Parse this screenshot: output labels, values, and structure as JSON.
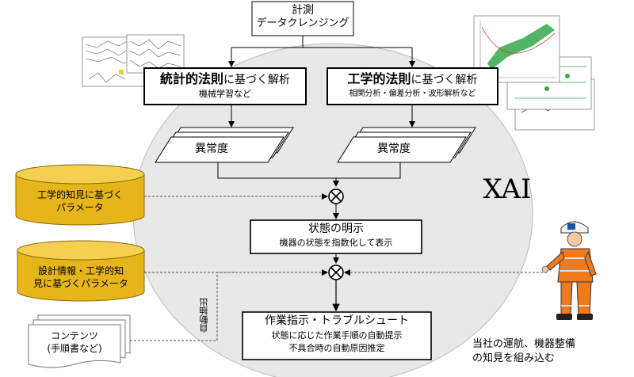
{
  "measure": {
    "title": "計測",
    "subtitle": "データクレンジング"
  },
  "stat": {
    "bold": "統計的法則",
    "rest": "に基づく解析",
    "sub": "機械学習など"
  },
  "eng": {
    "bold": "工学的法則",
    "rest": "に基づく解析",
    "sub": "相関分析・偏差分析・波形解析など"
  },
  "anomaly_left": "異常度",
  "anomaly_right": "異常度",
  "xai": "XAI",
  "param1": {
    "line1": "工学的知見に基づく",
    "line2": "パラメータ"
  },
  "param2": {
    "line1": "設計情報・工学的知",
    "line2": "見に基づくパラメータ"
  },
  "contents": {
    "line1": "コンテンツ",
    "line2": "(手順書など)"
  },
  "state": {
    "title": "状態の明示",
    "sub": "機器の状態を指数化して表示"
  },
  "work": {
    "title": "作業指示・トラブルシュート",
    "sub1": "状態に応じた作業手順の自動提示",
    "sub2": "不具合時の自動原因推定"
  },
  "auto_extract": "自動抽出",
  "knowledge": {
    "line1": "当社の運航、機器整備",
    "line2": "の知見を組み込む"
  },
  "colors": {
    "cylinder_fill": "#e6b519",
    "cylinder_stroke": "#8a6a0b",
    "ellipse_fill": "#e8e8e8",
    "chart_green": "#33a84a",
    "worker_orange": "#f07a1e"
  }
}
